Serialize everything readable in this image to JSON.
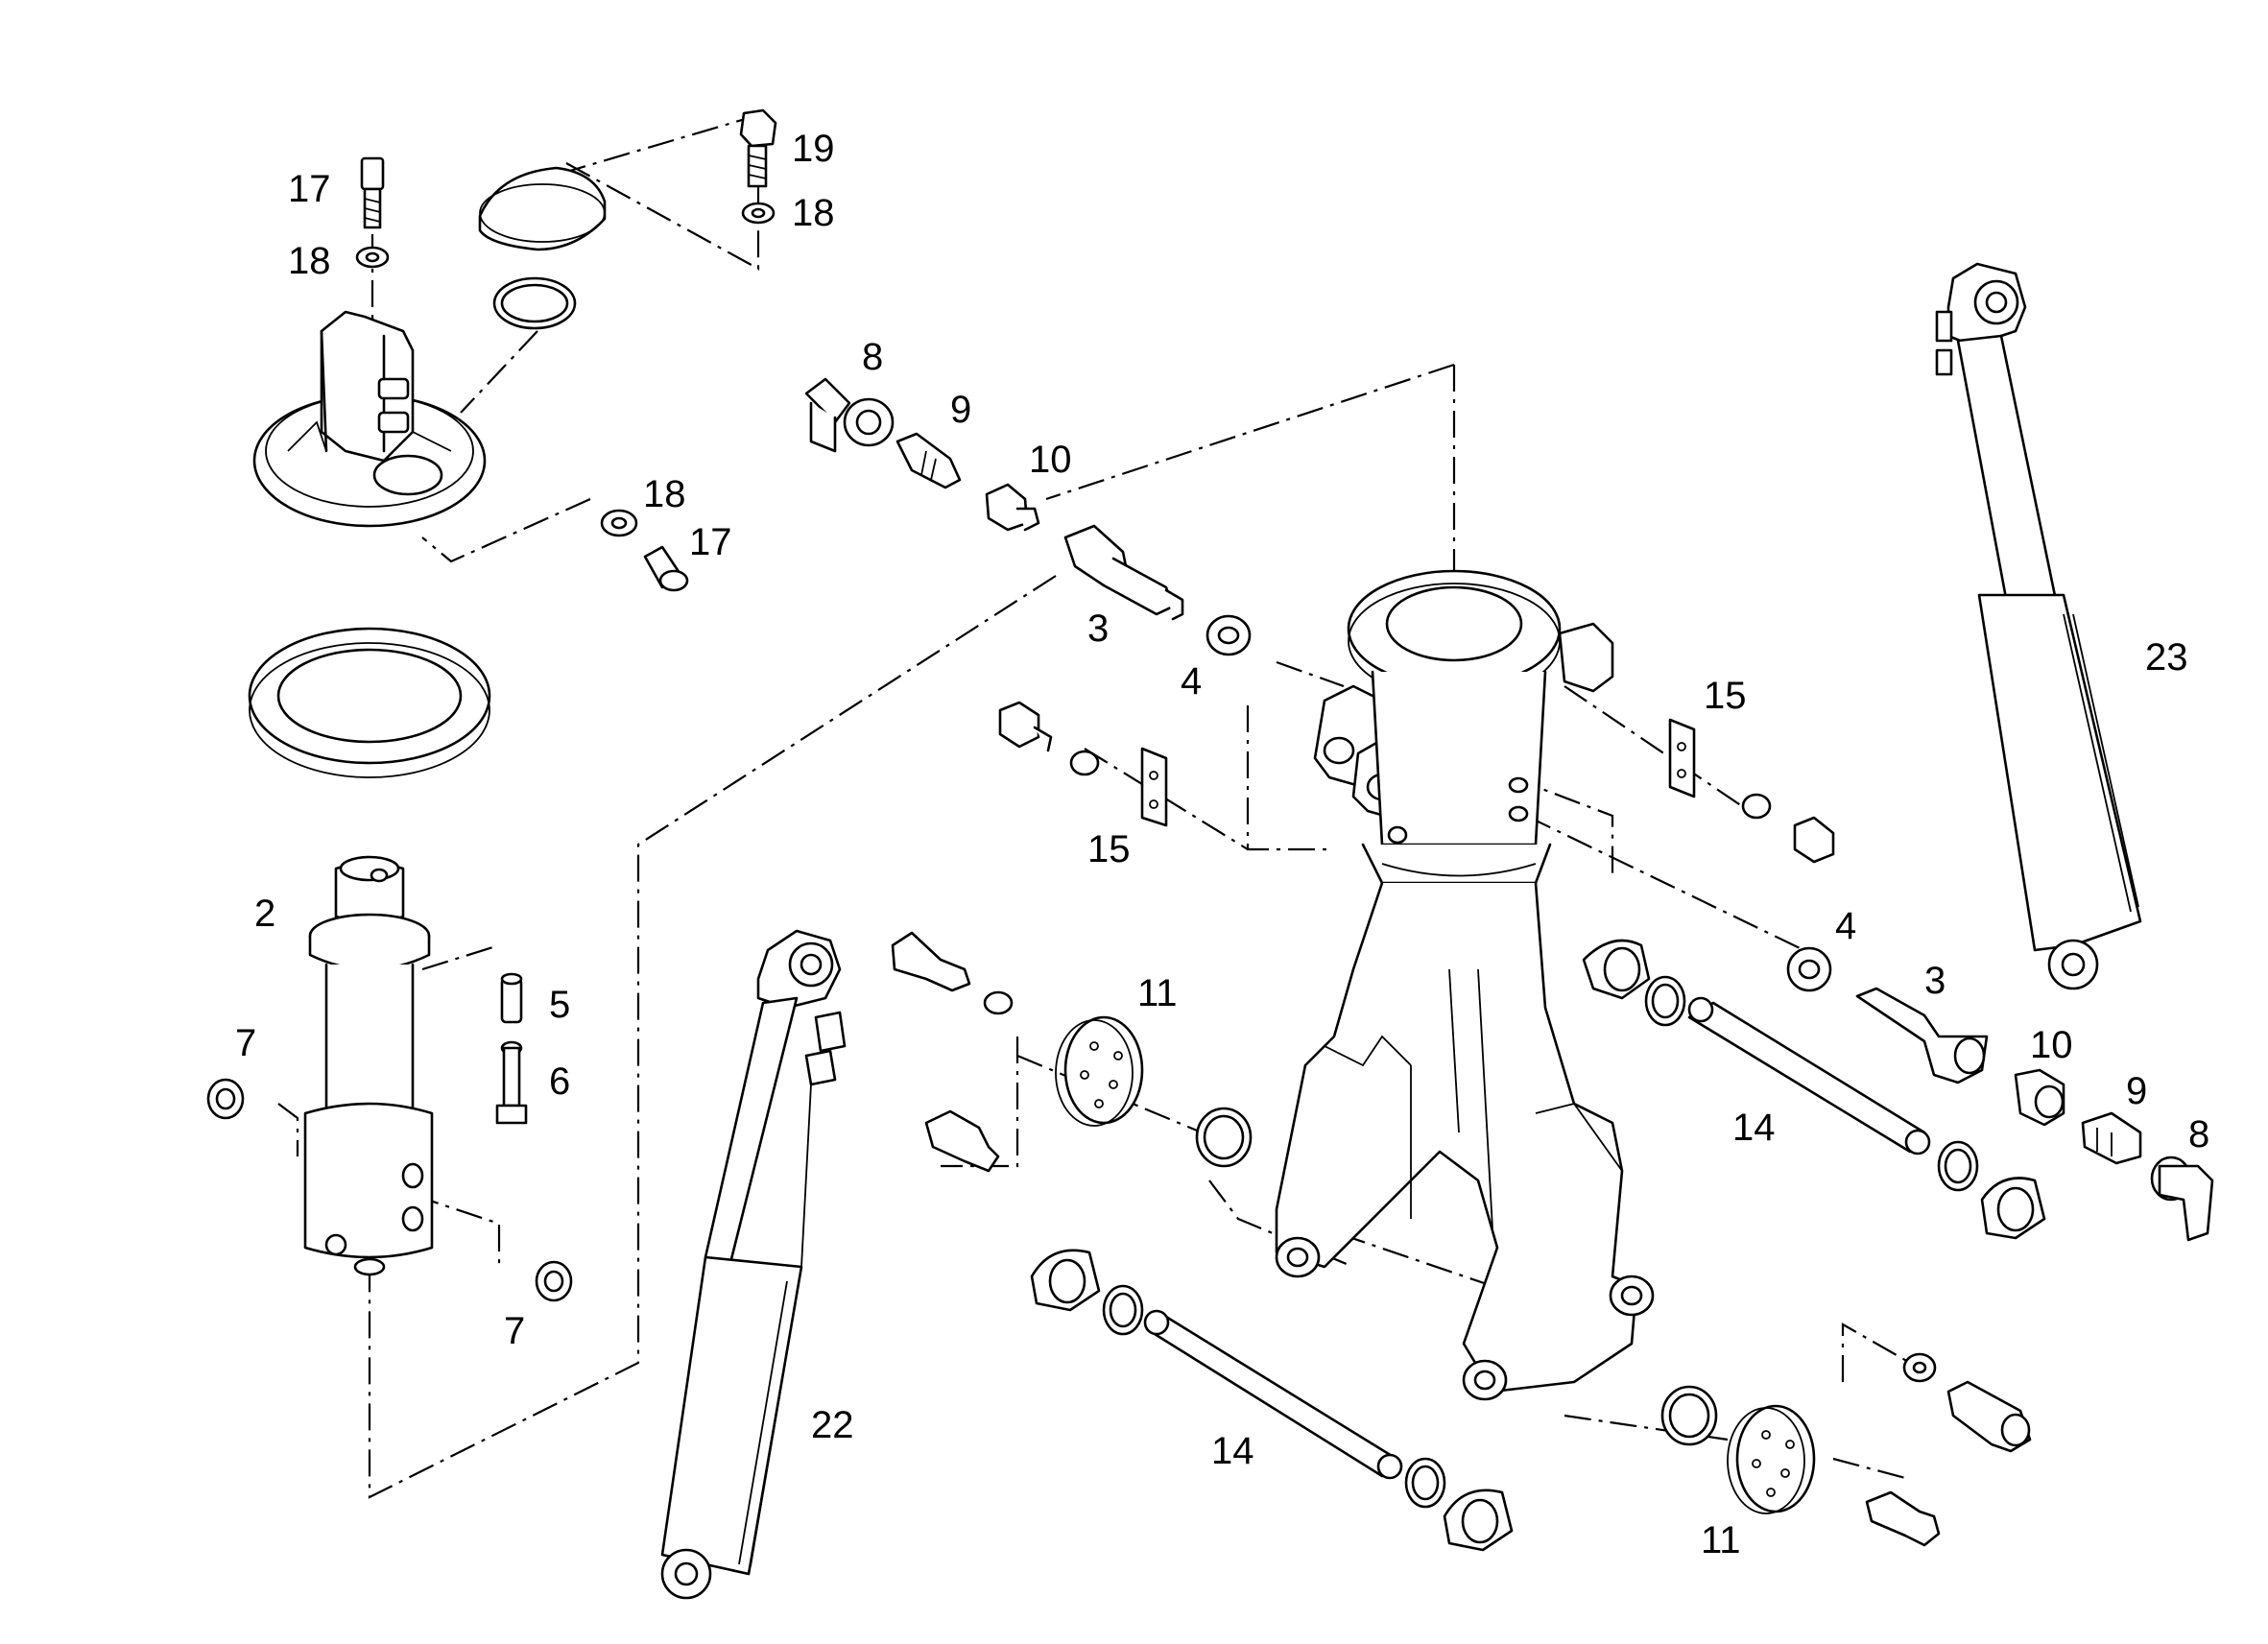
{
  "callouts": [
    {
      "id": "c17a",
      "label": "17"
    },
    {
      "id": "c18a",
      "label": "18"
    },
    {
      "id": "c19",
      "label": "19"
    },
    {
      "id": "c18b",
      "label": "18"
    },
    {
      "id": "c8a",
      "label": "8"
    },
    {
      "id": "c9a",
      "label": "9"
    },
    {
      "id": "c10a",
      "label": "10"
    },
    {
      "id": "c18c",
      "label": "18"
    },
    {
      "id": "c17b",
      "label": "17"
    },
    {
      "id": "c3a",
      "label": "3"
    },
    {
      "id": "c4a",
      "label": "4"
    },
    {
      "id": "c15a",
      "label": "15"
    },
    {
      "id": "c15b",
      "label": "15"
    },
    {
      "id": "c23",
      "label": "23"
    },
    {
      "id": "c2",
      "label": "2"
    },
    {
      "id": "c5",
      "label": "5"
    },
    {
      "id": "c6",
      "label": "6"
    },
    {
      "id": "c7a",
      "label": "7"
    },
    {
      "id": "c7b",
      "label": "7"
    },
    {
      "id": "c11a",
      "label": "11"
    },
    {
      "id": "c4b",
      "label": "4"
    },
    {
      "id": "c3b",
      "label": "3"
    },
    {
      "id": "c10b",
      "label": "10"
    },
    {
      "id": "c9b",
      "label": "9"
    },
    {
      "id": "c8b",
      "label": "8"
    },
    {
      "id": "c14a",
      "label": "14"
    },
    {
      "id": "c22",
      "label": "22"
    },
    {
      "id": "c14b",
      "label": "14"
    },
    {
      "id": "c11b",
      "label": "11"
    }
  ]
}
